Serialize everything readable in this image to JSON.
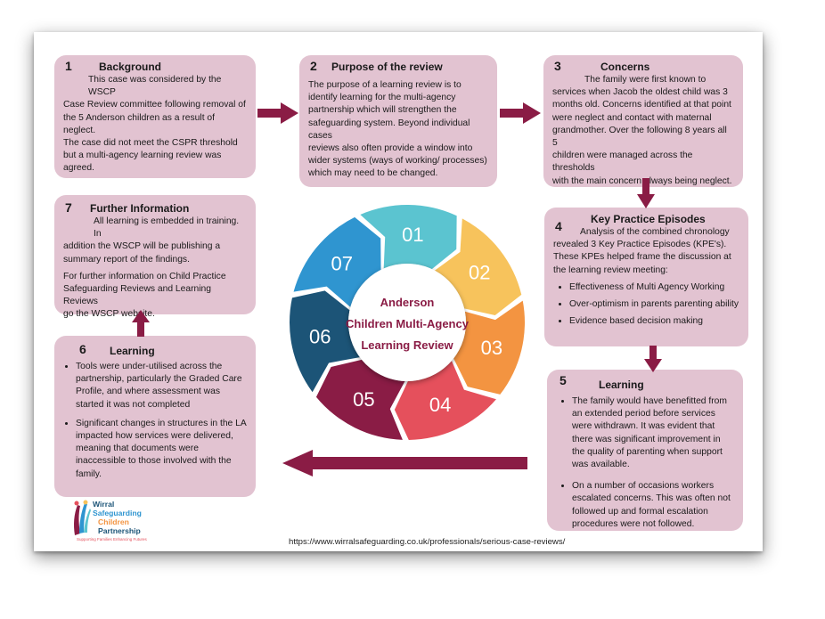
{
  "boxes": {
    "b1": {
      "number": "1",
      "title": "Background",
      "lines": [
        "This case was considered by the WSCP",
        "Case Review committee following removal of",
        "the 5 Anderson children as a result of neglect.",
        "The case did not meet the CSPR threshold",
        "but a multi-agency learning review was agreed."
      ]
    },
    "b2": {
      "number": "2",
      "title": "Purpose of the review",
      "lines": [
        "The purpose of a learning review is to",
        "identify learning for the multi-agency",
        "partnership which will strengthen the",
        "safeguarding system. Beyond individual cases",
        "reviews also often provide a window into",
        "wider systems (ways of working/ processes)",
        "which may need to be changed."
      ]
    },
    "b3": {
      "number": "3",
      "title": "Concerns",
      "lines": [
        "The family were first known to",
        "services when Jacob the oldest child was 3",
        "months old. Concerns identified at that point",
        "were neglect and contact with maternal",
        "grandmother. Over the following 8 years all 5",
        "children were managed across the thresholds",
        "with the main concern always being neglect."
      ]
    },
    "b4": {
      "number": "4",
      "title": "Key Practice Episodes",
      "lines": [
        "Analysis of the combined chronology",
        "revealed 3 Key Practice Episodes (KPE's).",
        "These KPEs helped frame the discussion at",
        "the learning review meeting:"
      ],
      "bullets": [
        "Effectiveness of Multi Agency Working",
        "Over-optimism in parents parenting ability",
        "Evidence based decision making"
      ]
    },
    "b5": {
      "number": "5",
      "title": "Learning",
      "bullets": [
        "The family would have benefitted from an extended period before services were withdrawn. It was evident that there was significant improvement in the quality of parenting when support was available.",
        "On a number of occasions workers escalated concerns. This was often not followed up and formal escalation procedures were not followed."
      ]
    },
    "b6": {
      "number": "6",
      "title": "Learning",
      "bullets": [
        "Tools were under-utilised across the partnership, particularly the Graded Care Profile, and where assessment was started it was not completed",
        "Significant changes in structures in the LA impacted how services were delivered, meaning that documents were inaccessible to those involved with the family."
      ]
    },
    "b7": {
      "number": "7",
      "title": "Further Information",
      "lines": [
        "All learning is embedded in training. In",
        "addition the WSCP will be publishing a",
        "summary report of the findings."
      ],
      "para2": [
        "For further information on Child Practice",
        "Safeguarding Reviews and Learning Reviews",
        "go the WSCP website."
      ]
    }
  },
  "wheel": {
    "center": [
      "Anderson",
      "Children Multi-Agency",
      "Learning Review"
    ],
    "segments": [
      {
        "label": "01",
        "color": "#5bc4d0"
      },
      {
        "label": "02",
        "color": "#f7c35c"
      },
      {
        "label": "03",
        "color": "#f39441"
      },
      {
        "label": "04",
        "color": "#e5505c"
      },
      {
        "label": "05",
        "color": "#8a1c45"
      },
      {
        "label": "06",
        "color": "#1c5477"
      },
      {
        "label": "07",
        "color": "#2f95d0"
      }
    ]
  },
  "url": "https://www.wirralsafeguarding.co.uk/professionals/serious-case-reviews/",
  "logo": {
    "lines": [
      "Wirral",
      "Safeguarding",
      "Children",
      "Partnership"
    ],
    "tagline": "Supporting Families Enhancing Futures"
  },
  "colors": {
    "box": "#e2c3d1",
    "arrow": "#8a1c45",
    "center_text": "#8a1c45"
  }
}
